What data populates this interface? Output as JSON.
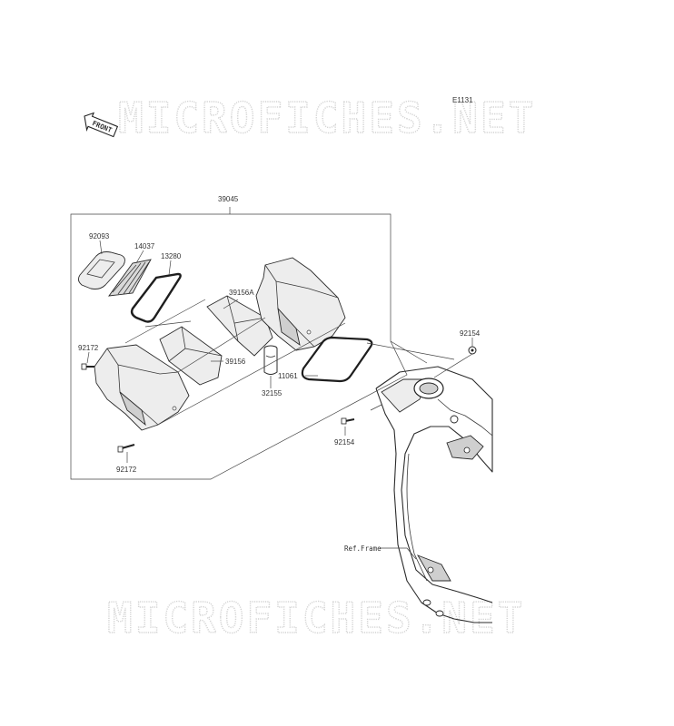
{
  "watermark": {
    "text": "MICROFICHES.NET"
  },
  "diagram_code": "E1131",
  "front_badge": "FRONT",
  "callouts": {
    "assembly": "39045",
    "p92093": "92093",
    "p14037": "14037",
    "p13280": "13280",
    "p39156A": "39156A",
    "p39156": "39156",
    "p32155": "32155",
    "p11061": "11061",
    "p92172_top": "92172",
    "p92172_bottom": "92172",
    "p92154_top": "92154",
    "p92154_bottom": "92154",
    "ref_frame": "Ref.Frame"
  }
}
